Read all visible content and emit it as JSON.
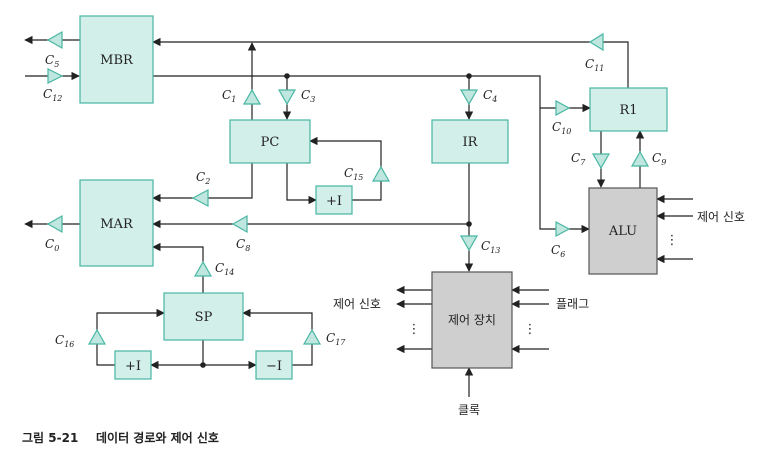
{
  "colors": {
    "register_fill": "#d3efe9",
    "register_stroke": "#48b6a3",
    "unit_fill": "#cfcfcf",
    "unit_stroke": "#555555",
    "gate_fill": "#bfe7df",
    "gate_stroke": "#48b6a3",
    "line": "#222222"
  },
  "registers": {
    "mbr": "MBR",
    "pc": "PC",
    "ir": "IR",
    "r1": "R1",
    "mar": "MAR",
    "sp": "SP",
    "inc_pc": "+I",
    "inc_sp": "+I",
    "dec_sp": "−I",
    "alu": "ALU",
    "control_unit": "제어 장치"
  },
  "control_signals": {
    "c0": {
      "base": "C",
      "sub": "0"
    },
    "c1": {
      "base": "C",
      "sub": "1"
    },
    "c2": {
      "base": "C",
      "sub": "2"
    },
    "c3": {
      "base": "C",
      "sub": "3"
    },
    "c4": {
      "base": "C",
      "sub": "4"
    },
    "c5": {
      "base": "C",
      "sub": "5"
    },
    "c6": {
      "base": "C",
      "sub": "6"
    },
    "c7": {
      "base": "C",
      "sub": "7"
    },
    "c8": {
      "base": "C",
      "sub": "8"
    },
    "c9": {
      "base": "C",
      "sub": "9"
    },
    "c10": {
      "base": "C",
      "sub": "10"
    },
    "c11": {
      "base": "C",
      "sub": "11"
    },
    "c12": {
      "base": "C",
      "sub": "12"
    },
    "c13": {
      "base": "C",
      "sub": "13"
    },
    "c14": {
      "base": "C",
      "sub": "14"
    },
    "c15": {
      "base": "C",
      "sub": "15"
    },
    "c16": {
      "base": "C",
      "sub": "16"
    },
    "c17": {
      "base": "C",
      "sub": "17"
    }
  },
  "io_labels": {
    "alu_control": "제어 신호",
    "cu_control_out": "제어 신호",
    "flags": "플래그",
    "clock": "클록",
    "vdots": "⋮"
  },
  "caption": {
    "number": "그림 5-21",
    "title": "데이터 경로와 제어 신호"
  }
}
